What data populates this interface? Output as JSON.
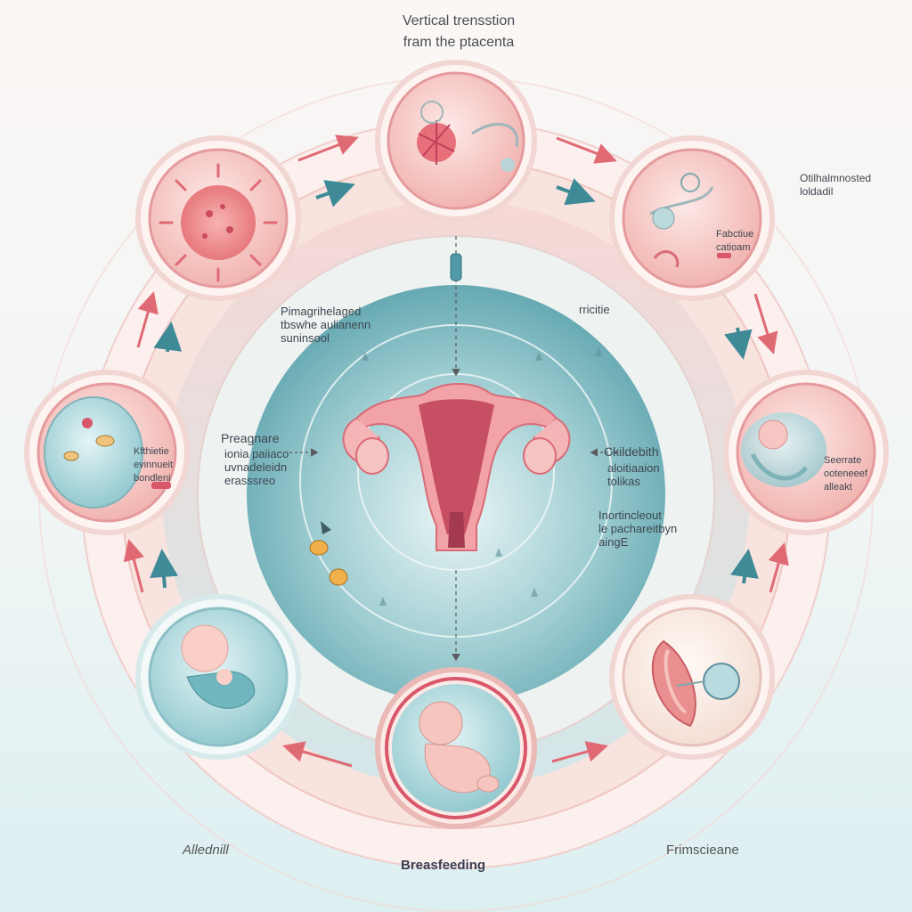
{
  "title": "Vertical trensstion\nfram the ptacenta",
  "center_labels": {
    "upper_left": "Pimagrihelaged\ntbswhe aulianenn\nsuninsool",
    "upper_right": "rricitie",
    "left_title": "Preagnare",
    "left_body": "ionia paiiaco\nuvnadeleidn\nerasssreo",
    "right_title": "Ckildebith",
    "right_body": "aloitiaaion\ntolikas",
    "right_lower": "Inortincleout\nle pachareitbyn\naingE"
  },
  "circle_labels": {
    "top_right": "Fabctiue\ncatioam",
    "left": "Kfthietie\nevinnueit\nbondleni",
    "right": "Seerrate\nooteneeef\nalleakt"
  },
  "side_labels": {
    "top_right_outer": "Otilhalmnosted\nloldadil"
  },
  "bottom_labels": {
    "left": "Allednill",
    "center": "Breasfeeding",
    "right": "Frimscieane"
  },
  "colors": {
    "pink": "#f2a6a6",
    "deep_pink": "#d9576a",
    "teal": "#4f9aa6",
    "light_teal": "#bfe3e6",
    "arrow_red": "#e06a74",
    "arrow_teal": "#3e8a96"
  }
}
